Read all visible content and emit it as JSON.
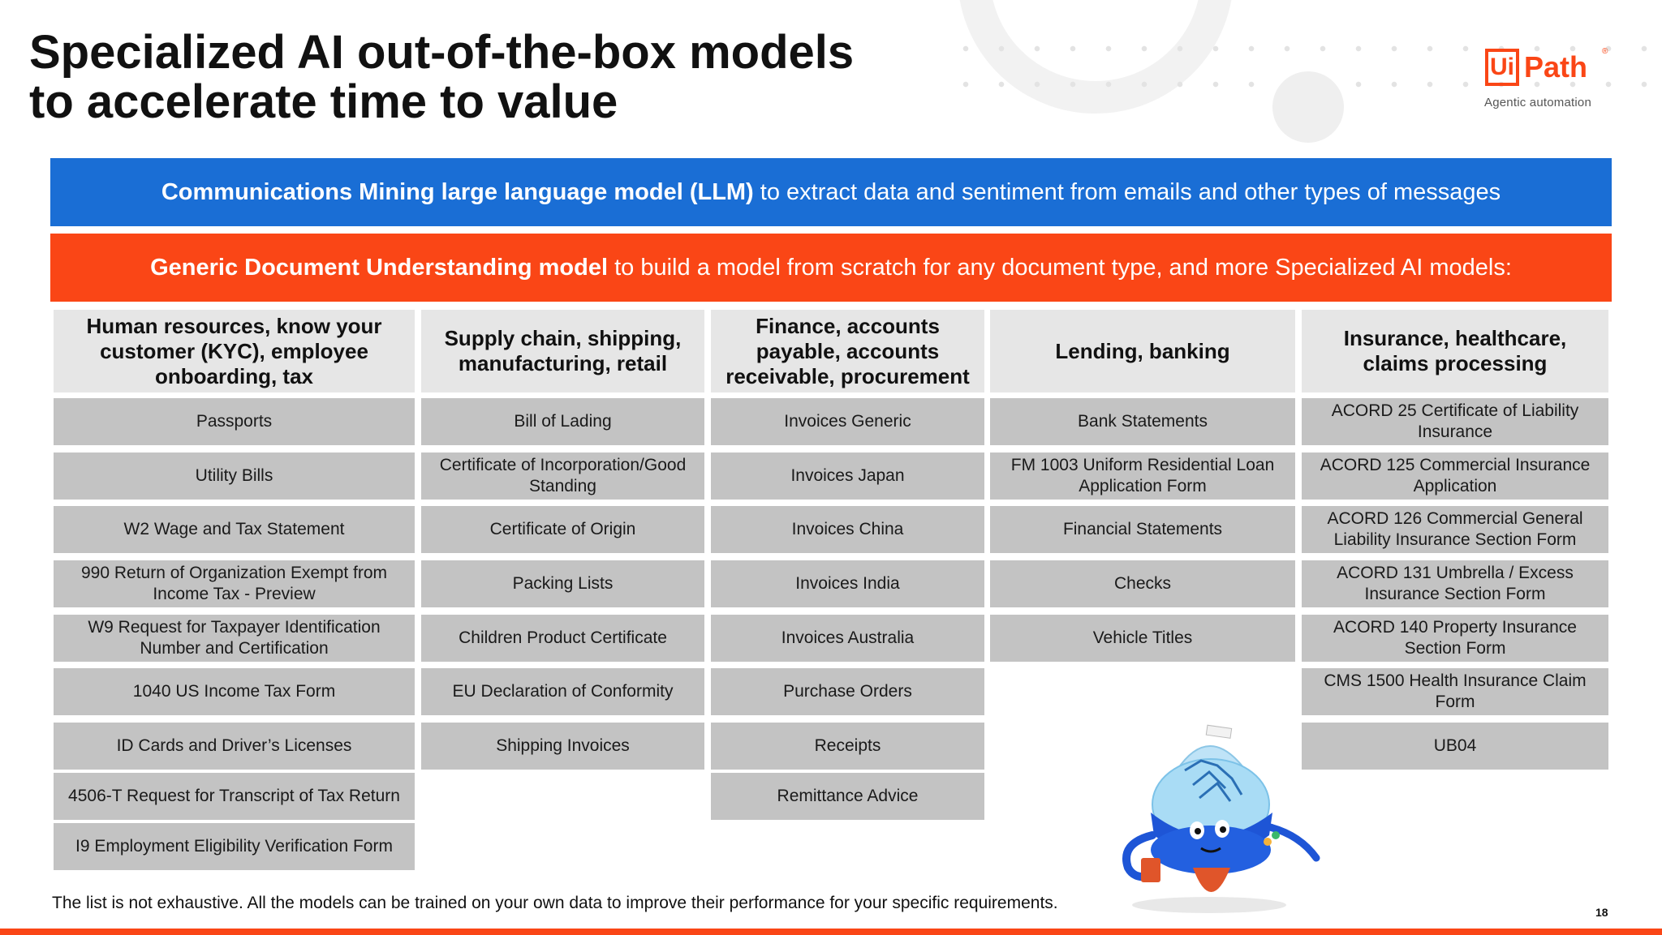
{
  "title": {
    "line1": "Specialized AI out-of-the-box models",
    "line2": "to accelerate time to value"
  },
  "logo": {
    "mark": "Ui",
    "wordmark": "Path",
    "registered": "®",
    "tagline": "Agentic automation",
    "brand_color": "#fa4616"
  },
  "banners": {
    "llm": {
      "bold": "Communications Mining large language model (LLM)",
      "rest": " to extract data and sentiment from emails and other types of messages",
      "color": "#1a6ed5"
    },
    "du": {
      "bold": "Generic Document Understanding model",
      "rest": " to build a model from scratch for any document type, and more Specialized AI models:",
      "color": "#fa4616"
    }
  },
  "categories": [
    {
      "title": "Human resources, know your customer (KYC), employee onboarding, tax",
      "items": [
        "Passports",
        "Utility Bills",
        "W2 Wage and Tax Statement",
        "990 Return of Organization Exempt from Income Tax - Preview",
        "W9 Request for Taxpayer Identification Number and Certification",
        "1040 US Income Tax Form",
        "ID Cards and Driver’s Licenses",
        "4506-T Request for Transcript of Tax Return",
        "I9 Employment Eligibility Verification Form"
      ]
    },
    {
      "title": "Supply chain, shipping, manufacturing, retail",
      "items": [
        "Bill of Lading",
        "Certificate of Incorporation/Good Standing",
        "Certificate of Origin",
        "Packing Lists",
        "Children Product Certificate",
        "EU Declaration of Conformity",
        "Shipping Invoices"
      ]
    },
    {
      "title": "Finance, accounts payable, accounts receivable, procurement",
      "items": [
        "Invoices Generic",
        "Invoices Japan",
        "Invoices China",
        "Invoices India",
        "Invoices Australia",
        "Purchase Orders",
        "Receipts",
        "Remittance Advice"
      ]
    },
    {
      "title": "Lending, banking",
      "items": [
        "Bank Statements",
        "FM 1003 Uniform Residential Loan Application Form",
        "Financial Statements",
        "Checks",
        "Vehicle Titles"
      ]
    },
    {
      "title": "Insurance, healthcare, claims processing",
      "items": [
        "ACORD 25 Certificate of Liability Insurance",
        "ACORD 125 Commercial Insurance Application",
        "ACORD 126 Commercial General Liability Insurance Section Form",
        "ACORD 131 Umbrella / Excess Insurance Section Form",
        "ACORD 140 Property Insurance Section Form",
        "CMS 1500 Health Insurance Claim Form",
        "UB04"
      ]
    }
  ],
  "footnote": "The list is not exhaustive. All the models can be trained on your own data to improve their performance for your specific requirements.",
  "page_number": "18"
}
